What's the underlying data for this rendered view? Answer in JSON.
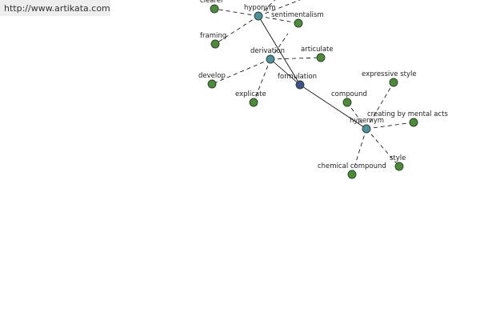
{
  "watermark": {
    "url": "http://www.artikata.com"
  },
  "colors": {
    "leaf": "#4f8a3c",
    "hub": "#4f8f9c",
    "center": "#3f4f8a"
  },
  "graph": {
    "nodes": [
      {
        "id": "formulation",
        "label": "formulation",
        "kind": "center"
      },
      {
        "id": "hyponym",
        "label": "hyponym",
        "kind": "hub"
      },
      {
        "id": "derivation",
        "label": "derivation",
        "kind": "hub"
      },
      {
        "id": "hypernym",
        "label": "hypernym",
        "kind": "hub"
      },
      {
        "id": "clearer",
        "label": "clearer",
        "kind": "leaf"
      },
      {
        "id": "sentimentalism",
        "label": "sentimentalism",
        "kind": "leaf"
      },
      {
        "id": "framing",
        "label": "framing",
        "kind": "leaf"
      },
      {
        "id": "articulate",
        "label": "articulate",
        "kind": "leaf"
      },
      {
        "id": "develop",
        "label": "develop",
        "kind": "leaf"
      },
      {
        "id": "explicate",
        "label": "explicate",
        "kind": "leaf"
      },
      {
        "id": "compound",
        "label": "compound",
        "kind": "leaf"
      },
      {
        "id": "expressive-style",
        "label": "expressive style",
        "kind": "leaf"
      },
      {
        "id": "creating-by-mental-acts",
        "label": "creating by mental acts",
        "kind": "leaf"
      },
      {
        "id": "style",
        "label": "style",
        "kind": "leaf"
      },
      {
        "id": "chemical-compound",
        "label": "chemical compound",
        "kind": "leaf"
      }
    ],
    "edges": [
      {
        "from": "formulation",
        "to": "hyponym",
        "style": "solid"
      },
      {
        "from": "formulation",
        "to": "derivation",
        "style": "solid"
      },
      {
        "from": "formulation",
        "to": "hypernym",
        "style": "solid"
      },
      {
        "from": "hyponym",
        "to": "clearer",
        "style": "dashed"
      },
      {
        "from": "hyponym",
        "to": "sentimentalism",
        "style": "dashed"
      },
      {
        "from": "hyponym",
        "to": "framing",
        "style": "dashed"
      },
      {
        "from": "hyponym",
        "to": "offscreen-a",
        "style": "dashed"
      },
      {
        "from": "hyponym",
        "to": "offscreen-b",
        "style": "dashed"
      },
      {
        "from": "derivation",
        "to": "articulate",
        "style": "dashed"
      },
      {
        "from": "derivation",
        "to": "develop",
        "style": "dashed"
      },
      {
        "from": "derivation",
        "to": "explicate",
        "style": "dashed"
      },
      {
        "from": "derivation",
        "to": "offscreen-c",
        "style": "dashed"
      },
      {
        "from": "hypernym",
        "to": "compound",
        "style": "dashed"
      },
      {
        "from": "hypernym",
        "to": "expressive-style",
        "style": "dashed"
      },
      {
        "from": "hypernym",
        "to": "creating-by-mental-acts",
        "style": "dashed"
      },
      {
        "from": "hypernym",
        "to": "style",
        "style": "dashed"
      },
      {
        "from": "hypernym",
        "to": "chemical-compound",
        "style": "dashed"
      }
    ]
  }
}
